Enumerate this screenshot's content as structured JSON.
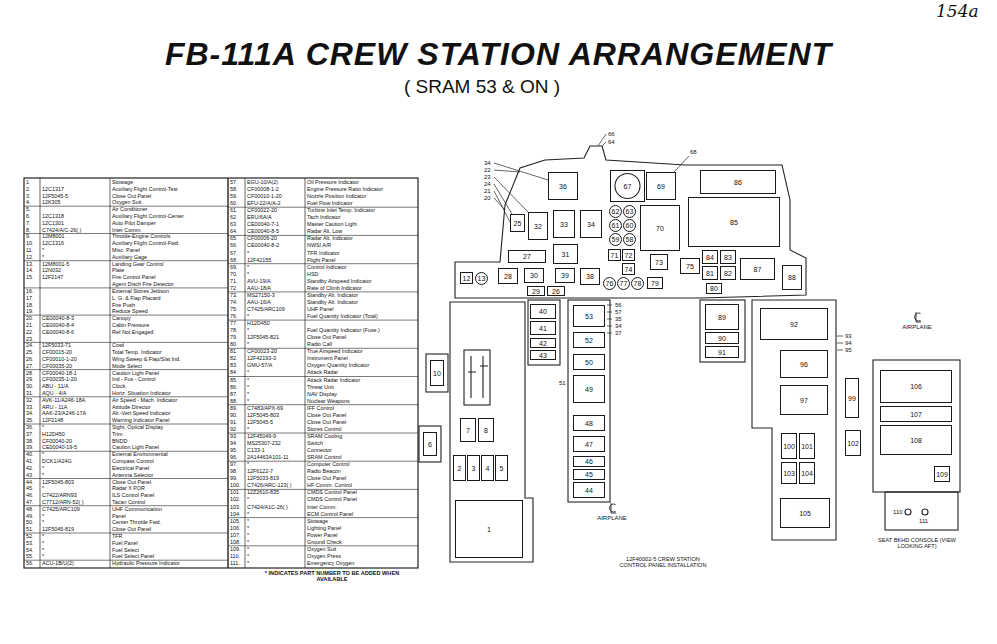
{
  "diagram": {
    "title": "FB-111A CREW STATION ARRANGEMENT",
    "nodes": [
      {
        "text": [
          "36"
        ]
      },
      {
        "text": [
          "67"
        ]
      },
      {
        "text": [
          "69"
        ]
      },
      {
        "text": [
          "86"
        ]
      },
      {
        "text": [
          "32"
        ]
      },
      {
        "text": [
          "33"
        ]
      },
      {
        "text": [
          "34"
        ]
      },
      {
        "text": [
          "62"
        ]
      },
      {
        "text": [
          "63"
        ]
      },
      {
        "text": [
          "25"
        ]
      },
      {
        "text": [
          "70"
        ]
      },
      {
        "text": [
          "85"
        ]
      },
      {
        "text": [
          "61"
        ]
      },
      {
        "text": [
          "60"
        ]
      },
      {
        "text": [
          "59"
        ]
      },
      {
        "text": [
          "58"
        ]
      },
      {
        "text": [
          "71"
        ]
      },
      {
        "text": [
          "72"
        ]
      },
      {
        "text": [
          "27"
        ]
      },
      {
        "text": [
          "31"
        ]
      },
      {
        "text": [
          "73"
        ]
      },
      {
        "text": [
          "75"
        ]
      },
      {
        "text": [
          "84"
        ]
      },
      {
        "text": [
          "83"
        ]
      },
      {
        "text": [
          "87"
        ]
      },
      {
        "text": [
          "12"
        ]
      },
      {
        "text": [
          "13"
        ]
      },
      {
        "text": [
          "28"
        ]
      },
      {
        "text": [
          "30"
        ]
      },
      {
        "text": [
          "39"
        ]
      },
      {
        "text": [
          "38"
        ]
      },
      {
        "text": [
          "74"
        ]
      },
      {
        "text": [
          "81"
        ]
      },
      {
        "text": [
          "82"
        ]
      },
      {
        "text": [
          "88"
        ]
      },
      {
        "text": [
          "76"
        ]
      },
      {
        "text": [
          "77"
        ]
      },
      {
        "text": [
          "78"
        ]
      },
      {
        "text": [
          "79"
        ]
      },
      {
        "text": [
          "80"
        ]
      },
      {
        "text": [
          "29"
        ]
      },
      {
        "text": [
          "26"
        ]
      },
      {
        "text": [
          "10"
        ]
      },
      {
        "text": [
          "40"
        ]
      },
      {
        "text": [
          "41"
        ]
      },
      {
        "text": [
          "53"
        ]
      },
      {
        "text": [
          "89"
        ]
      },
      {
        "text": [
          "92"
        ]
      },
      {
        "text": [
          "42"
        ]
      },
      {
        "text": [
          "43"
        ]
      },
      {
        "text": [
          "52"
        ]
      },
      {
        "text": [
          "90"
        ]
      },
      {
        "text": [
          "91"
        ]
      },
      {
        "text": [
          "96"
        ]
      },
      {
        "text": [
          "50"
        ]
      },
      {
        "text": [
          "49"
        ]
      },
      {
        "text": [
          "99"
        ]
      },
      {
        "text": [
          "97"
        ]
      },
      {
        "text": [
          "106"
        ]
      },
      {
        "text": [
          "107"
        ]
      },
      {
        "text": [
          "48"
        ]
      },
      {
        "text": [
          "7"
        ]
      },
      {
        "text": [
          "8"
        ]
      },
      {
        "text": [
          "6"
        ]
      },
      {
        "text": [
          "108"
        ]
      },
      {
        "text": [
          "100"
        ]
      },
      {
        "text": [
          "101"
        ]
      },
      {
        "text": [
          "102"
        ]
      },
      {
        "text": [
          "47"
        ]
      },
      {
        "text": [
          "2"
        ]
      },
      {
        "text": [
          "3"
        ]
      },
      {
        "text": [
          "4"
        ]
      },
      {
        "text": [
          "5"
        ]
      },
      {
        "text": [
          "46"
        ]
      },
      {
        "text": [
          "103"
        ]
      },
      {
        "text": [
          "104"
        ]
      },
      {
        "text": [
          "109"
        ]
      },
      {
        "text": [
          "45"
        ]
      },
      {
        "text": [
          "44"
        ]
      },
      {
        "text": [
          "105"
        ]
      },
      {
        "text": [
          "1"
        ]
      }
    ],
    "labels": [
      "154a",
      "( SRAM 53 & ON )",
      "1.",
      "Stowage",
      "2.",
      "12C1317",
      "Auxiliary Flight Control-Test",
      "3.",
      "12F5045-5",
      "Close Out Panel",
      "4.",
      "12K305",
      "Oxygen Suit",
      "5.",
      "Air Conditioner",
      "6.",
      "12C1318",
      "Auxiliary Flight Control-Center",
      "7.",
      "12C1301",
      "Auto Pilot Damper",
      "8.",
      "C7424/A/C-26( )",
      "Inter Comm.",
      "9.",
      "12M8001",
      "Throttle-Engine Controls",
      "10.",
      "12C1316",
      "Auxiliary Flight Control-Fwd.",
      "11.",
      "*",
      "Misc. Panel",
      "12.",
      "*",
      "Auxiliary Gage",
      "13.",
      "12M8001-5",
      "Landing Gear Control",
      "14.",
      "12N032",
      "Plate",
      "15.",
      "12F2147",
      "Fire Control Panel",
      "Agent Disch Fire Detector",
      "16.",
      "External Stores Jettison",
      "17.",
      "L. G. & Flap Placard",
      "18.",
      "Fire Push",
      "19.",
      "Reduce Speed",
      "20.",
      "CE00040-8-3",
      "Canopy",
      "21.",
      "CE00040-8-4",
      "Cabin Pressure",
      "22.",
      "CE00040-8-6",
      "Ref Not Engaged",
      "23.",
      "24.",
      "12F5033-71",
      "Cowl",
      "25.",
      "CF00015-20",
      "Total Temp. Indicator",
      "26.",
      "CF00010-1-20",
      "Wing Sweep & Flap/Slat Ind.",
      "27.",
      "CF00035-20",
      "Mode Select",
      "28.",
      "CF00040-18-1",
      "Caution Light Panel",
      "29.",
      "CF00035-1-20",
      "Ind - Fus - Control",
      "30.",
      "ABU - 11/A",
      "Clock",
      "31.",
      "AQU - 4/A",
      "Horiz. Situation Indicator",
      "32.",
      "AVK-11/A246-18A",
      "Air Speed - Mach. Indicator",
      "33.",
      "ARU - 11A",
      "Attitude Director",
      "34.",
      "AAK-23/A246-17A",
      "Alt.-Vert Speed Indicator",
      "35.",
      "12F2148",
      "Warning Indicator Panel",
      "36.",
      "*",
      "Sight, Optical Display",
      "37.",
      "H12D450",
      "Trim",
      "38.",
      "CF00040-20",
      "BNDD",
      "39.",
      "CE00040-19-5",
      "Caution Light Panel",
      "40.",
      "*",
      "External Environmental",
      "41.",
      "DCK1/A24G",
      "Compass Control",
      "42.",
      "*",
      "Electrical Panel",
      "43.",
      "*",
      "Antenna Selector",
      "44.",
      "12F5045-803",
      "Close Out Panel",
      "45.",
      "*",
      "Radar X POR",
      "46.",
      "C7422/ARN93",
      "ILS Control Panel",
      "47.",
      "C7712/ARN-52( )",
      "Tacan Control",
      "48.",
      "C7425/ARC109",
      "UHF Communication",
      "49.",
      "*",
      "Panel",
      "50.",
      "*",
      "Center Throttle Fwd.",
      "51.",
      "12F5045-819",
      "Close Out Panel",
      "52.",
      "*",
      "TFR",
      "53.",
      "*",
      "Fuel Panel",
      "54.",
      "*",
      "Fuel Select",
      "55.",
      "*",
      "Fuel Select Panel",
      "56.",
      "ACU-1B/U(2)",
      "Hydraulic Pressure Indicator",
      "57.",
      "EGU-10/A(2)",
      "Oil Pressure Indicator",
      "58.",
      "CF00008-1-2",
      "Engine Pressure Ratio Indicator",
      "59.",
      "CF00010-1-20",
      "Nozzle Position Indicator",
      "60.",
      "EFU-22/A/A-2",
      "Fuel Flow Indicator",
      "61.",
      "CF00022-20",
      "Turbine Inlet Temp. Indicator",
      "62.",
      "ERU/6A/A",
      "Tach Indicator",
      "63.",
      "CE00040-7-1",
      "Master Caution Light",
      "64.",
      "CE00040-8-5",
      "Radar Alt. Low",
      "65.",
      "CF00006-20",
      "Radar Alt. Indicator",
      "66.",
      "CE00040-8-2",
      "NWSI A/R",
      "67.",
      "*",
      "TFR Indicator",
      "68.",
      "12F42155",
      "Flight Panel",
      "69.",
      "*",
      "Control Indicator",
      "70.",
      "*",
      "HSD",
      "71.",
      "AVU-19/A",
      "Standby Airspeed Indicator",
      "72.",
      "AAU-18/A",
      "Rate of Climb Indicator",
      "73.",
      "MS27150-3",
      "Standby Alt. Indicator",
      "74.",
      "AAU-16/A",
      "Standby Alt. Indicator",
      "75.",
      "C7425/ARC109",
      "UHF Panel",
      "76.",
      "*",
      "Fuel Quantity Indicator (Total)",
      "77.",
      "H12D450",
      "78.",
      "*",
      "Fuel Quantity Indicator (Fuse.)",
      "79.",
      "12F5045-821",
      "Close Out Panel",
      "80.",
      "*",
      "Radio Call",
      "81.",
      "CF00023-20",
      "True Airspeed Indicator",
      "82.",
      "12F42193-3",
      "Instrument Panel",
      "83.",
      "GMU-57/A",
      "Oxygen Quantity Indicator",
      "84.",
      "*",
      "Attack Radar",
      "85.",
      "*",
      "Attack Radar Indicator",
      "86.",
      "*",
      "Threat Unit",
      "87.",
      "*",
      "NAV Display",
      "88.",
      "*",
      "Nuclear Weapons",
      "89.",
      "C7483/APX-69",
      "IFF Control",
      "90.",
      "12F5045-803",
      "Close Out Panel",
      "91.",
      "12F5045-5",
      "Close Out Panel",
      "92.",
      "*",
      "Stores Control",
      "93.",
      "12F45049-9",
      "SRAM Cooling",
      "94.",
      "MS25307-232",
      "Switch",
      "95.",
      "C133-1",
      "Connector",
      "96.",
      "2A14463A101-11",
      "SRAM Control",
      "97.",
      "*",
      "Computer Control",
      "98.",
      "12F6122-7",
      "Radio Beacon",
      "99.",
      "12F5033-819",
      "Close Out Panel",
      "100.",
      "C7426/ARC-123( )",
      "HF Comm. Control",
      "101.",
      "12Z2610-835",
      "CMDS Control Panel",
      "102.",
      "*",
      "CMDS Control Panel",
      "103.",
      "C7424/A1C-26( )",
      "Inter Comm.",
      "104.",
      "*",
      "ECM Control Panel",
      "105.",
      "*",
      "Stowage",
      "106.",
      "*",
      "Lighting Panel",
      "107.",
      "*",
      "Power Panel",
      "108.",
      "*",
      "Ground Check",
      "109.",
      "*",
      "Oxygen Suit",
      "110.",
      "*",
      "Oxygen Press",
      "111.",
      "*",
      "Emergency Oxygen",
      "* INDICATES PART NUMBER TO BE ADDED WHEN AVAILABLE",
      "34",
      "22",
      "23",
      "24",
      "21",
      "20",
      "66",
      "64",
      "68",
      "56",
      "57",
      "35",
      "34",
      "37",
      "51",
      "93",
      "94",
      "95",
      "110",
      "111",
      "AIRPLANE",
      "AIRPLANE",
      "12F40002-5 CREW STATION CONTROL PANEL INSTALLATION",
      "SEAT BKHD CONSOLE (VIEW LOOKING AFT)"
    ]
  }
}
